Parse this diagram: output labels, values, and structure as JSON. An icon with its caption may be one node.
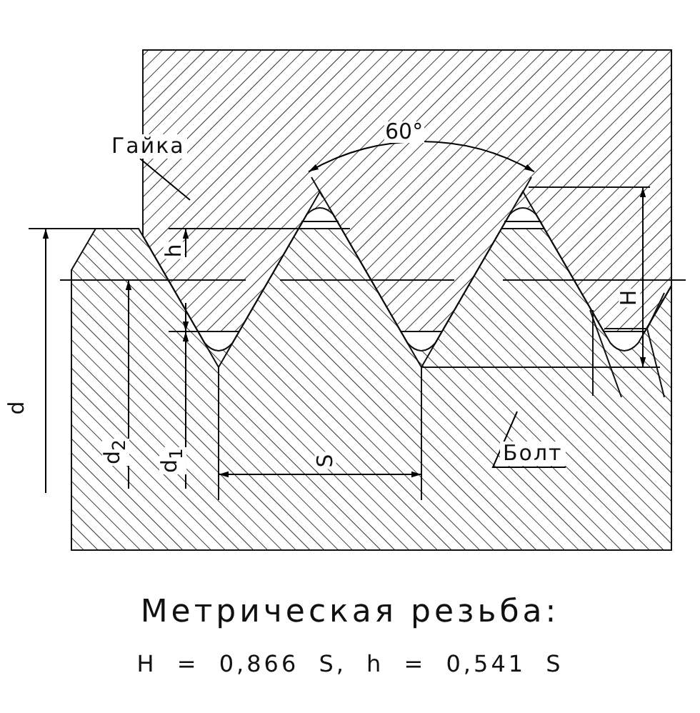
{
  "diagram": {
    "title": "Метрическая резьба:",
    "caption": "H = 0,866 S, h = 0,541 S",
    "nodes": [
      {
        "text": [
          "Гайка"
        ]
      },
      {
        "text": [
          "Болт"
        ]
      }
    ],
    "edges": [
      {
        "from": 0,
        "to": null,
        "arrow": "none"
      },
      {
        "from": 1,
        "to": null,
        "arrow": "none"
      }
    ],
    "labels": [
      "60°",
      "h",
      "H",
      "d",
      "d$_{2}$",
      "S",
      "d$_{1}$"
    ]
  }
}
